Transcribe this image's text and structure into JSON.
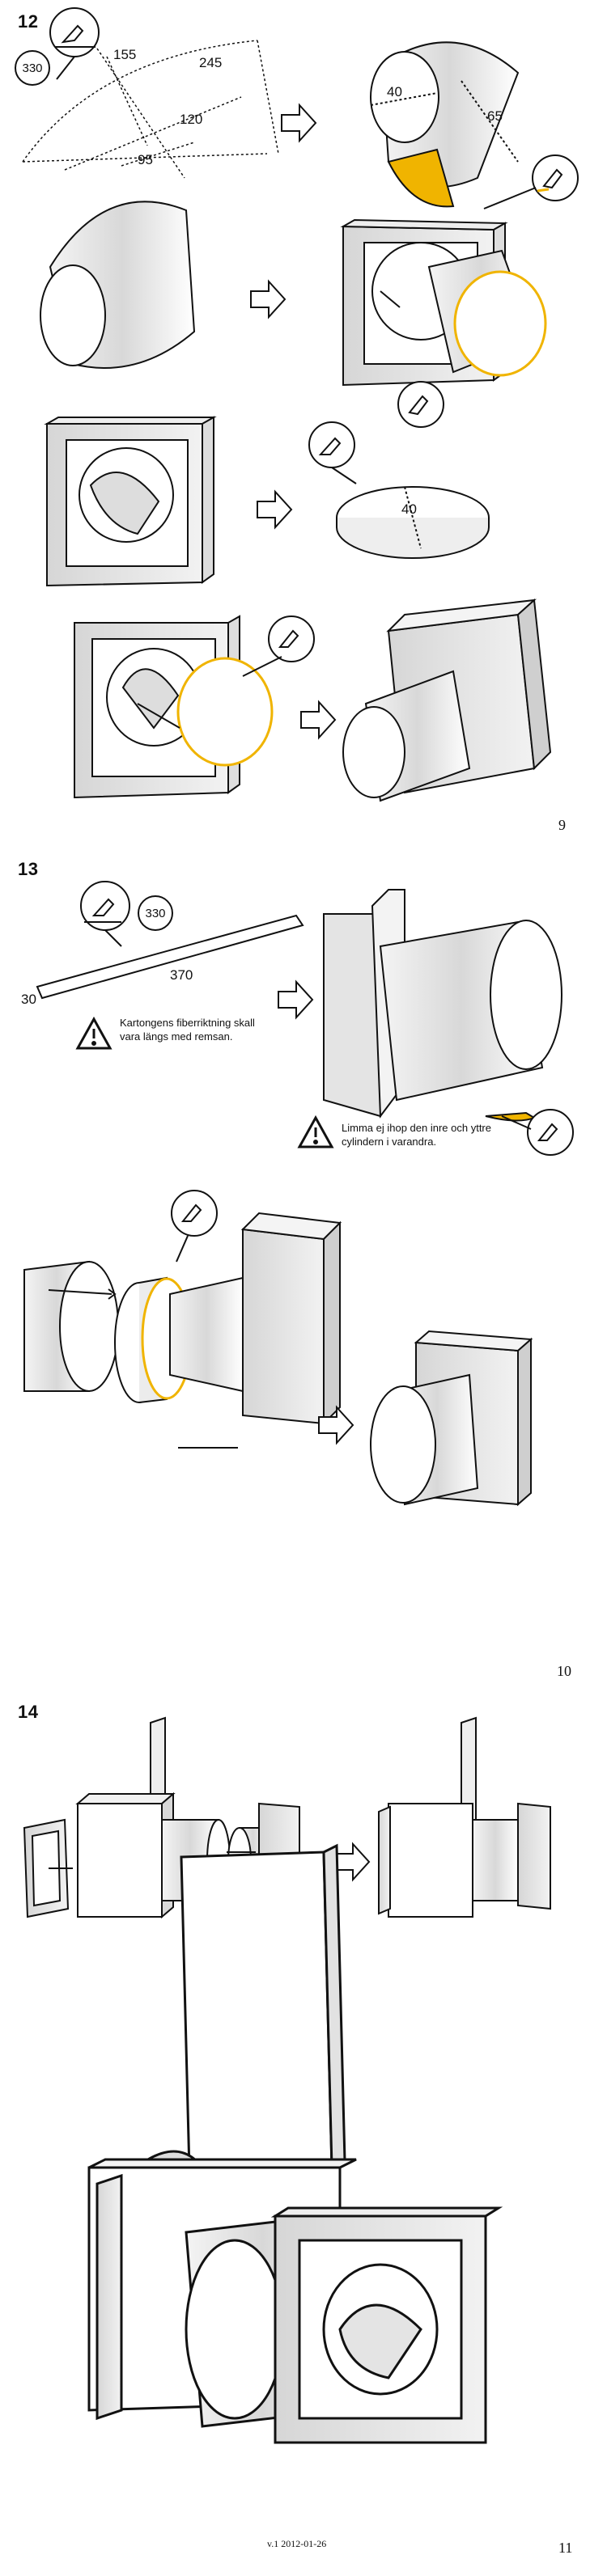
{
  "steps": [
    {
      "number": "12"
    },
    {
      "number": "13"
    },
    {
      "number": "14"
    }
  ],
  "pages": [
    "9",
    "10",
    "11"
  ],
  "step12": {
    "cutter_label": "330",
    "arc_dims": [
      "155",
      "245",
      "120",
      "95"
    ],
    "cone_dims": [
      "40",
      "65"
    ],
    "disc_dim": "40"
  },
  "step13": {
    "cutter_label": "330",
    "strip_length": "370",
    "strip_width": "30",
    "warning_fiber": "Kartongens fiberriktning skall vara längs med remsan.",
    "warning_glue": "Limma ej ihop den inre och yttre cylindern i varandra."
  },
  "footer": {
    "version": "v.1 2012-01-26"
  },
  "colors": {
    "glue": "#f0b400",
    "shade": "#c8c8c8",
    "line": "#111111"
  }
}
